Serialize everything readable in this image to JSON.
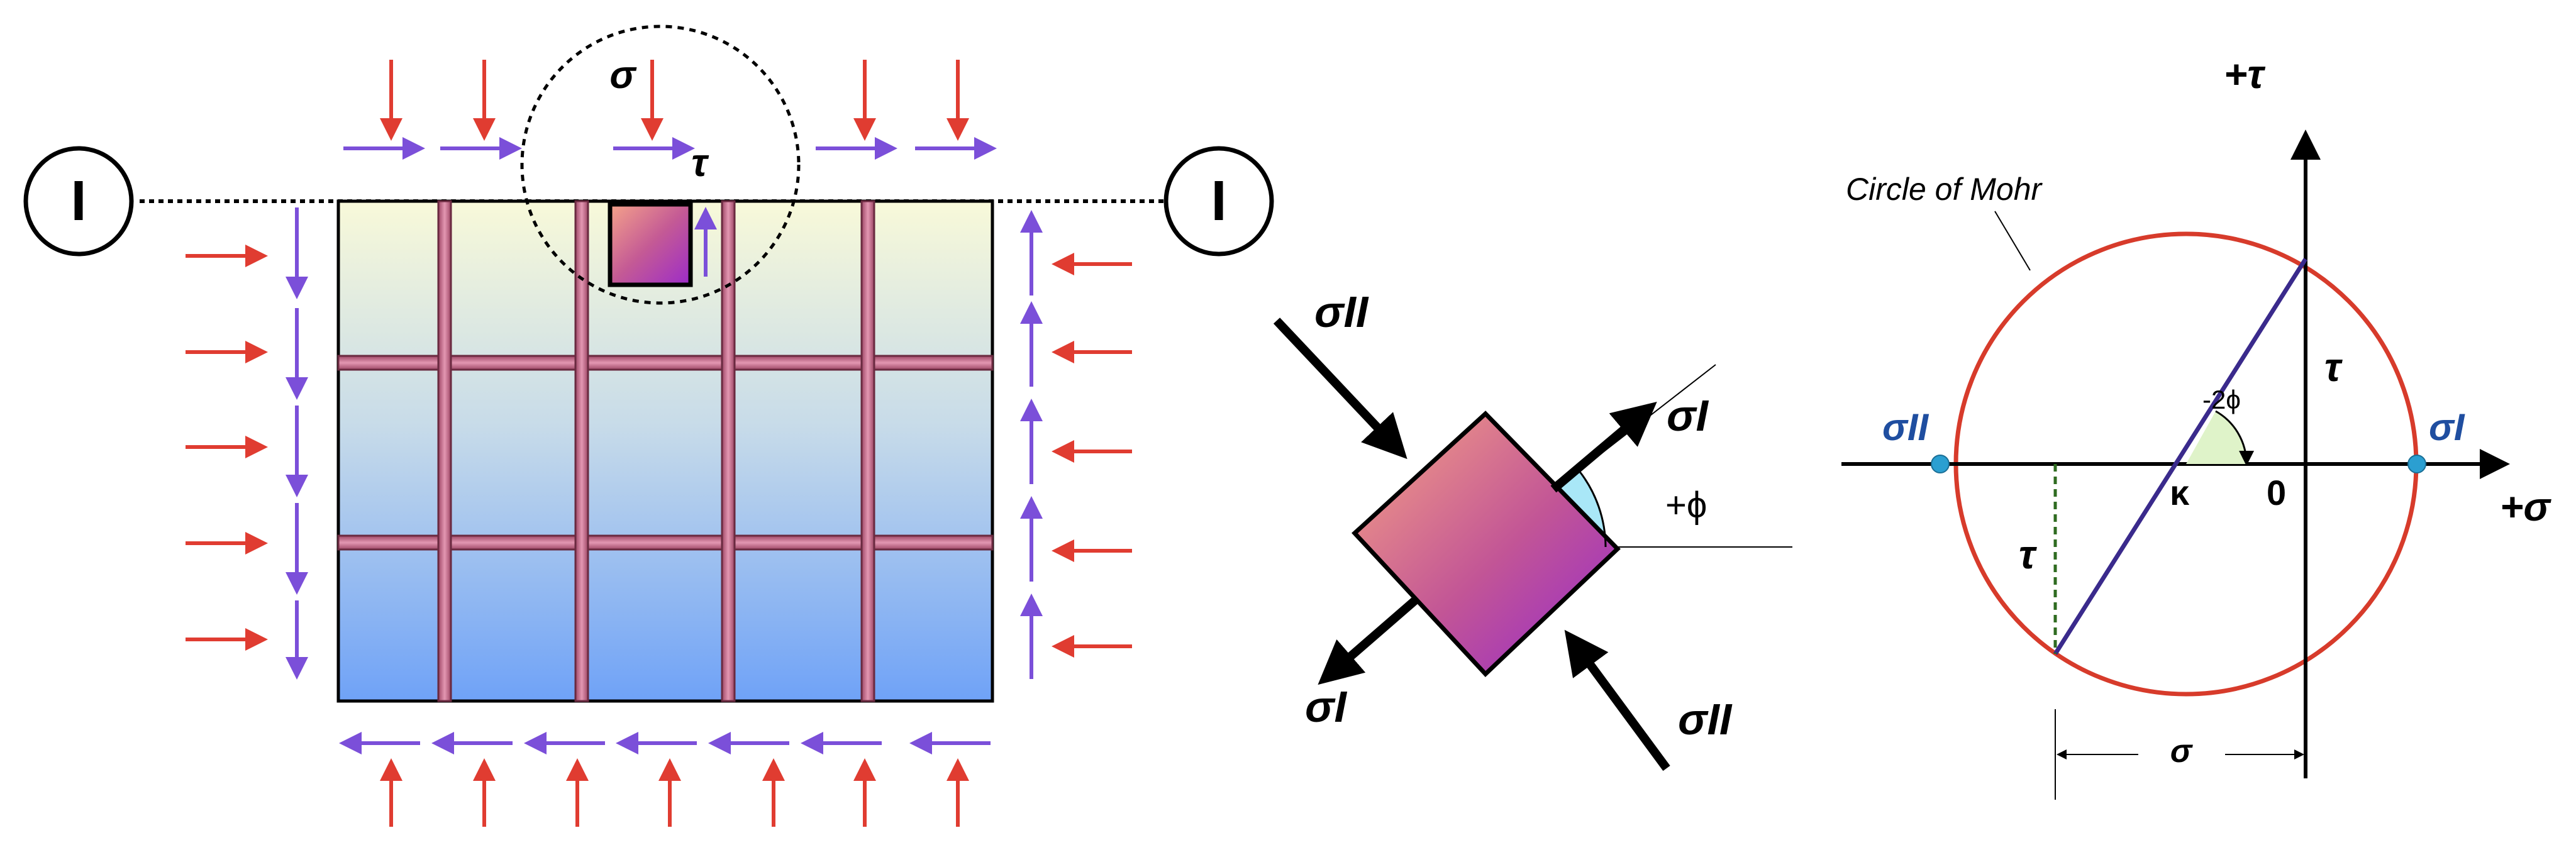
{
  "colors": {
    "red_arrow": "#e03c31",
    "purple_arrow": "#7b4fd9",
    "rebar": "#c86a8a",
    "circle": "#d73b2b",
    "chord": "#3a2a8c",
    "dot": "#2b9fd1",
    "blue_label": "#1f4ea0",
    "cyan_wedge": "#a9e7f7",
    "green_wedge": "#dff3c9",
    "dashed_green": "#2f6b20"
  },
  "left_panel": {
    "section_left": "I",
    "section_right": "I",
    "sigma_label": "σ",
    "tau_label": "τ"
  },
  "middle_panel": {
    "sigma_II_top": "σII",
    "sigma_I_top": "σI",
    "sigma_I_bottom": "σI",
    "sigma_II_bottom": "σII",
    "angle_label": "+ϕ"
  },
  "mohr": {
    "title": "Circle of Mohr",
    "axis_tau": "+τ",
    "axis_sigma": "+σ",
    "sigma_II": "σII",
    "sigma_I": "σI",
    "kappa": "κ",
    "zero": "0",
    "tau_right": "τ",
    "tau_left": "τ",
    "angle": "-2ϕ",
    "sigma_dim": "σ"
  }
}
